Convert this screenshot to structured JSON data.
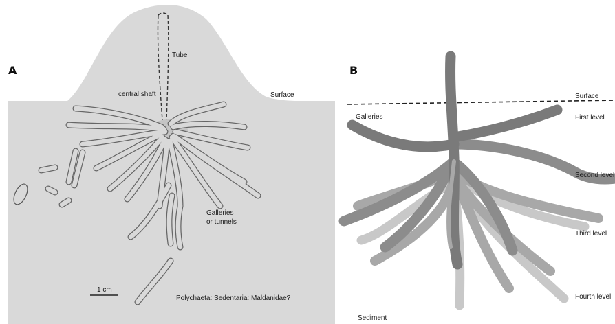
{
  "panel_a": {
    "panel_letter": "A",
    "labels": {
      "tube": "Tube",
      "central_shaft": "central shaft",
      "surface": "Surface",
      "galleries_line1": "Galleries",
      "galleries_line2": "or tunnels",
      "scale": "1 cm",
      "taxon": "Polychaeta: Sedentaria: Maldanidae?"
    },
    "colors": {
      "sediment": "#d9d9d9",
      "outline": "#555555"
    }
  },
  "panel_b": {
    "panel_letter": "B",
    "labels": {
      "surface": "Surface",
      "galleries": "Galleries",
      "first_level": "First level",
      "second_level": "Second level",
      "third_level": "Third level",
      "fourth_level": "Fourth level",
      "sediment": "Sediment"
    },
    "colors": {
      "level1": "#7a7a7a",
      "level2": "#8c8c8c",
      "level3": "#a8a8a8",
      "level4": "#c8c8c8"
    }
  }
}
